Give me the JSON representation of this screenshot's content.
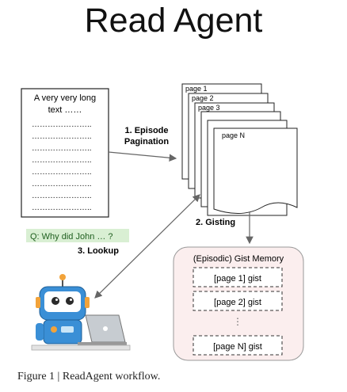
{
  "title": "Read Agent",
  "long_text": {
    "line1": "A very very long",
    "line2": "text ……",
    "dots": "………………….."
  },
  "pages": {
    "labels": [
      "page 1",
      "page 2",
      "page 3",
      "page N"
    ]
  },
  "steps": {
    "pagination_line1": "1. Episode",
    "pagination_line2": "Pagination",
    "gisting": "2. Gisting",
    "lookup": "3. Lookup"
  },
  "question": "Q: Why did John … ?",
  "memory": {
    "title": "(Episodic) Gist Memory",
    "items": [
      "[page 1] gist",
      "[page 2] gist",
      "[page N] gist"
    ],
    "ellipsis": "⋮"
  },
  "caption": "Figure 1 | ReadAgent workflow.",
  "colors": {
    "question_bg": "#d9efd3",
    "memory_bg": "#fbeeee",
    "robot_blue": "#3a8fd6",
    "arrow": "#666666"
  }
}
